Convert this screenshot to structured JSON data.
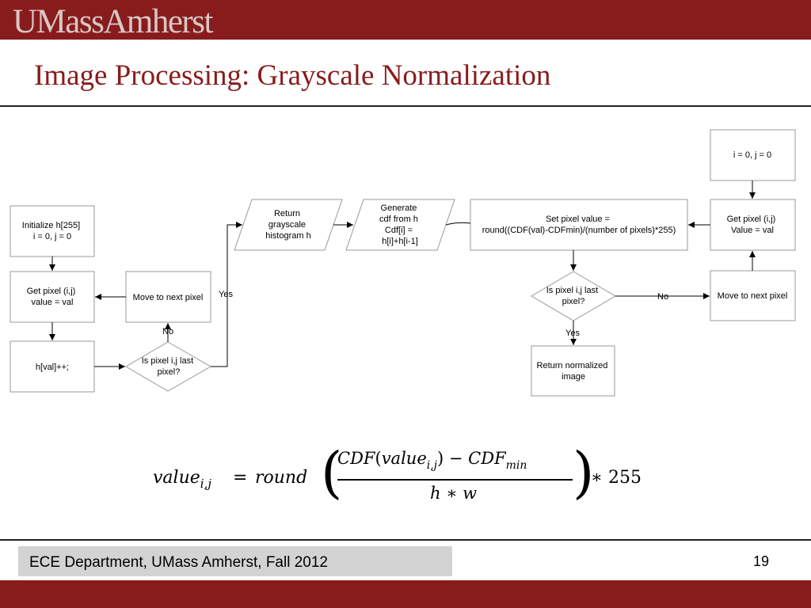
{
  "header": {
    "logo_text": "UMassAmherst",
    "title": "Image Processing: Grayscale Normalization"
  },
  "flowchart": {
    "left": {
      "init": [
        "Initialize h[255]",
        "i = 0, j = 0"
      ],
      "get_pixel": [
        "Get pixel (i,j)",
        "value = val"
      ],
      "increment": [
        "h[val]++;"
      ],
      "move_next": [
        "Move to next pixel"
      ],
      "decision": [
        "Is pixel i,j last",
        "pixel?"
      ],
      "no_label": "No",
      "yes_label": "Yes",
      "return_histogram": [
        "Return",
        "grayscale",
        "histogram h"
      ]
    },
    "middle": {
      "generate_cdf": [
        "Generate",
        "cdf from h",
        "Cdf[i] =",
        "h[i]+h[i-1]"
      ]
    },
    "right": {
      "init": [
        "i = 0, j = 0"
      ],
      "get_pixel": [
        "Get pixel (i,j)",
        "Value = val"
      ],
      "set_pixel": [
        "Set pixel value =",
        "round((CDF(val)-CDFmin)/(number of pixels)*255)"
      ],
      "decision": [
        "Is pixel i,j last",
        "pixel?"
      ],
      "no_label": "No",
      "yes_label": "Yes",
      "move_next": [
        "Move to next pixel"
      ],
      "return_image": [
        "Return normalized",
        "image"
      ]
    }
  },
  "formula": {
    "lhs": "value",
    "lhs_sub": "i,j",
    "equals": "=",
    "function": "round",
    "numerator_prefix": "CDF",
    "numerator_inner": "value",
    "numerator_inner_sub": "i,j",
    "numerator_suffix": "CDF",
    "numerator_suffix_sub": "min",
    "denominator": "h ∗ w",
    "multiplier": "255"
  },
  "footer": {
    "text": "ECE Department, UMass Amherst, Fall 2012",
    "page_number": "19"
  },
  "colors": {
    "brand": "#881c1c",
    "footer_label_bg": "#d3d3d3"
  }
}
